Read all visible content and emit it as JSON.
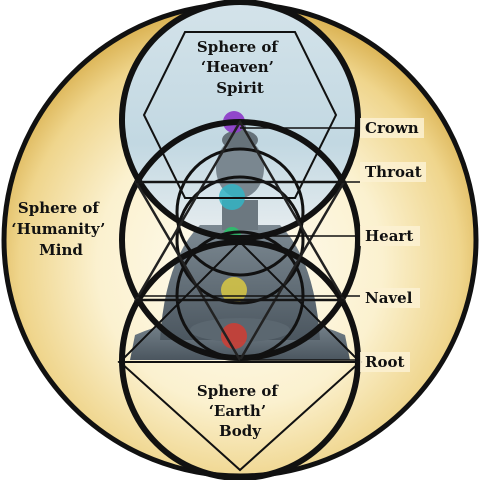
{
  "spheres": {
    "heaven": [
      "Sphere of",
      "‘Heaven’",
      "Spirit"
    ],
    "humanity": [
      "Sphere of",
      "‘Humanity’",
      "Mind"
    ],
    "earth": [
      "Sphere of",
      "‘Earth’",
      "Body"
    ]
  },
  "chakras": [
    {
      "label": "Crown",
      "color": "#8e3fc9"
    },
    {
      "label": "Throat",
      "color": "#33b4c4"
    },
    {
      "label": "Heart",
      "color": "#2bbf6a"
    },
    {
      "label": "Navel",
      "color": "#e9d43c"
    },
    {
      "label": "Root",
      "color": "#d83a2e"
    }
  ],
  "colors": {
    "outer_ring": "#111111",
    "gold": "#e8c968",
    "cream": "#fbf4dc",
    "sky": "#c9dde6"
  }
}
